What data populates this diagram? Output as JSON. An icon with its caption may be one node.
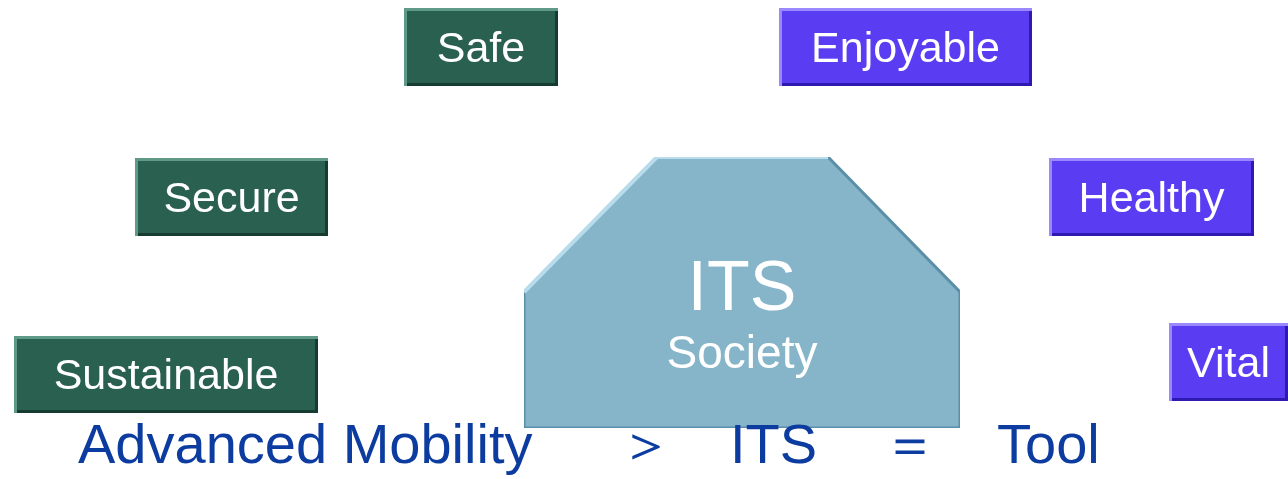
{
  "diagram": {
    "nodes": [
      {
        "text": [
          "Safe"
        ]
      },
      {
        "text": [
          "Enjoyable"
        ]
      },
      {
        "text": [
          "Secure"
        ]
      },
      {
        "text": [
          "Healthy"
        ]
      },
      {
        "text": [
          "ITS",
          "Society"
        ]
      },
      {
        "text": [
          "Sustainable"
        ]
      },
      {
        "text": [
          "Vital"
        ]
      }
    ],
    "edges": [],
    "labels": [
      "Advanced Mobility",
      "＞",
      "ITS",
      "＝",
      "Tool"
    ]
  }
}
